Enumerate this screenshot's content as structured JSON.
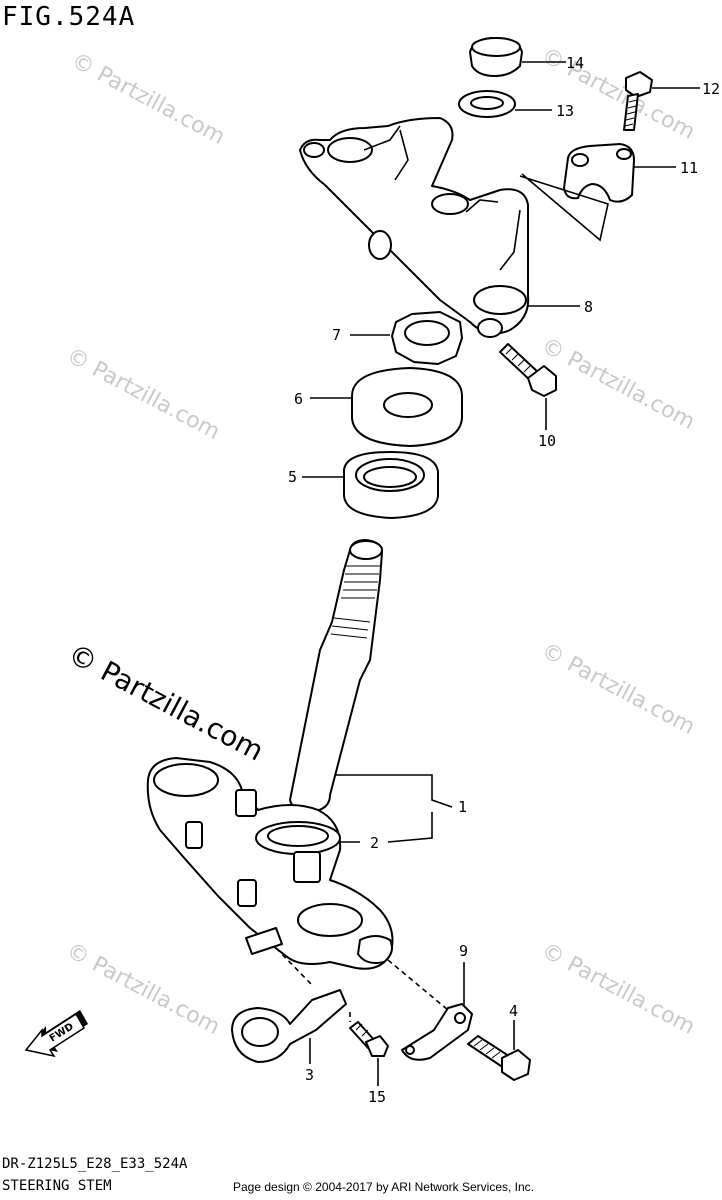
{
  "figure_title": "FIG.524A",
  "footer": {
    "model_code": "DR-Z125L5_E28_E33_524A",
    "section_name": "STEERING STEM",
    "credit": "Page design © 2004-2017 by ARI Network Services, Inc."
  },
  "watermark": {
    "text": "© Partzilla.com"
  },
  "direction_arrow": {
    "label": "FWD"
  },
  "callouts": [
    {
      "number": "1"
    },
    {
      "number": "2"
    },
    {
      "number": "3"
    },
    {
      "number": "4"
    },
    {
      "number": "5"
    },
    {
      "number": "6"
    },
    {
      "number": "7"
    },
    {
      "number": "8"
    },
    {
      "number": "9"
    },
    {
      "number": "10"
    },
    {
      "number": "11"
    },
    {
      "number": "12"
    },
    {
      "number": "13"
    },
    {
      "number": "14"
    },
    {
      "number": "15"
    }
  ]
}
